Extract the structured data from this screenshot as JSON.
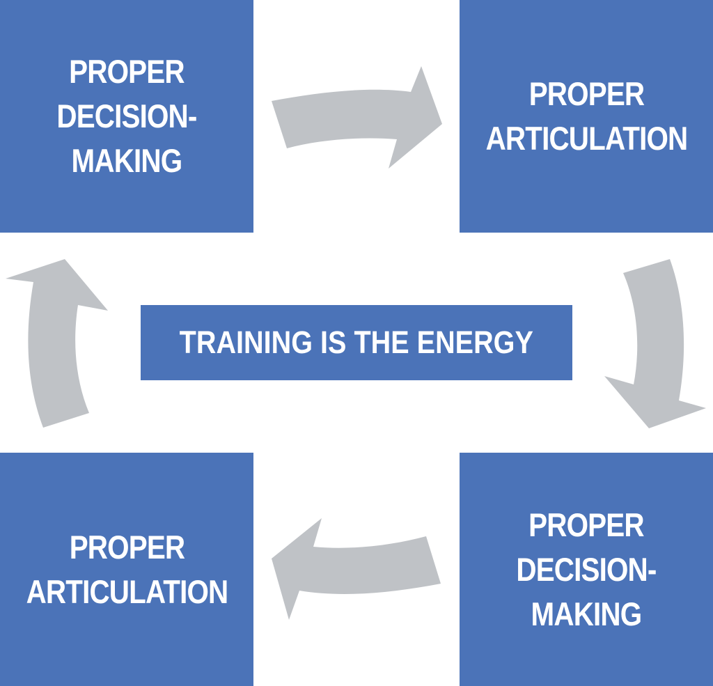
{
  "diagram": {
    "center_label": "TRAINING IS THE ENERGY",
    "boxes": {
      "top_left": "PROPER\nDECISION-\nMAKING",
      "top_right": "PROPER\nARTICULATION",
      "bottom_right": "PROPER\nDECISION-\nMAKING",
      "bottom_left": "PROPER\nARTICULATION"
    },
    "colors": {
      "box": "#4b73b8",
      "arrow": "#bfc2c6",
      "text": "#ffffff"
    }
  }
}
